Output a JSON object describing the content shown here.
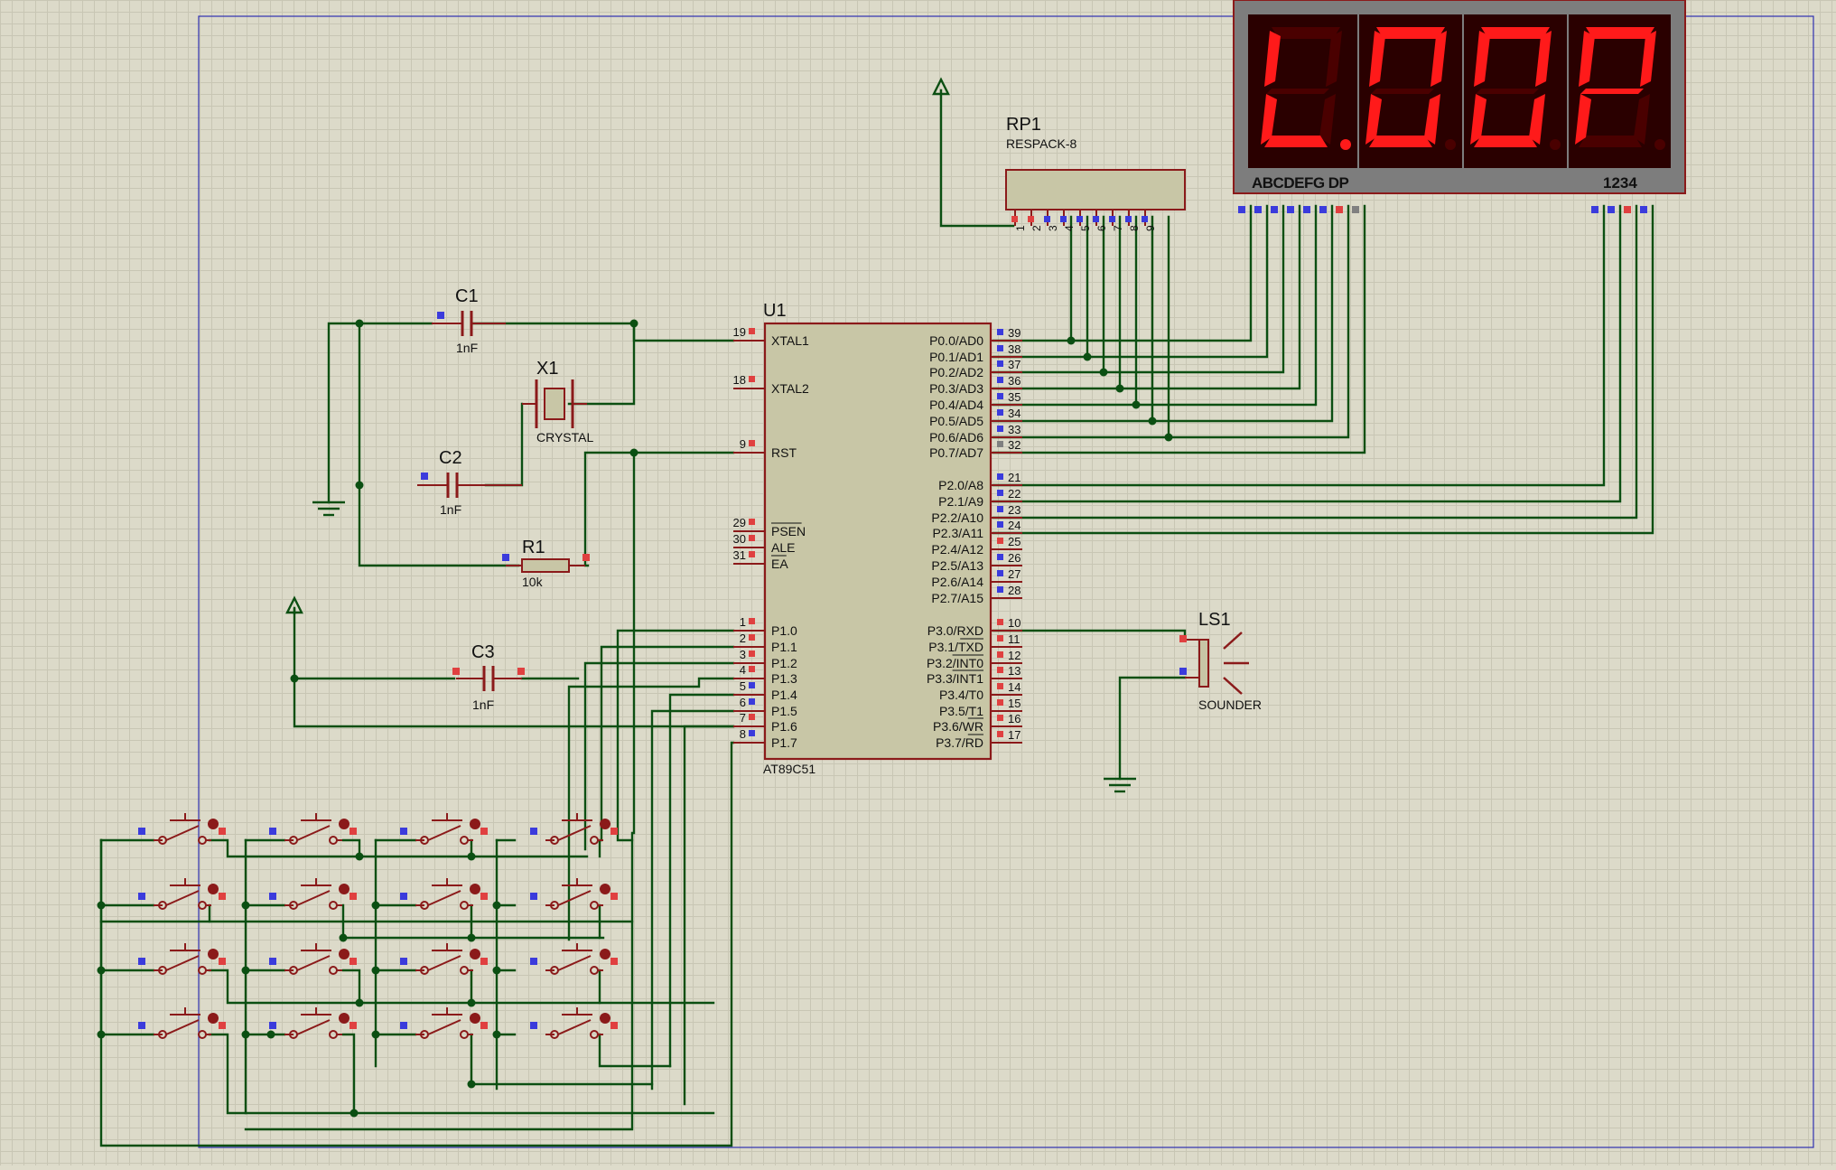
{
  "colors": {
    "wire": "#0b4f12",
    "body_outline": "#8b1a1a",
    "body_fill": "#c8c6a6",
    "pin_red": "#e04040",
    "pin_blue": "#3b3bdc",
    "segment_on": "#ff1a1a",
    "segment_off": "#4a0000",
    "display_bg": "#2a0000",
    "display_frame": "#7d7d7d",
    "sheet_border": "#3030b0",
    "junction": "#0b4f12"
  },
  "mcu": {
    "ref": "U1",
    "part": "AT89C51",
    "left_pins": [
      {
        "num": "19",
        "name": "XTAL1"
      },
      {
        "num": "18",
        "name": "XTAL2"
      },
      {
        "num": "9",
        "name": "RST"
      },
      {
        "num": "29",
        "name": "PSEN"
      },
      {
        "num": "30",
        "name": "ALE"
      },
      {
        "num": "31",
        "name": "EA"
      },
      {
        "num": "1",
        "name": "P1.0"
      },
      {
        "num": "2",
        "name": "P1.1"
      },
      {
        "num": "3",
        "name": "P1.2"
      },
      {
        "num": "4",
        "name": "P1.3"
      },
      {
        "num": "5",
        "name": "P1.4"
      },
      {
        "num": "6",
        "name": "P1.5"
      },
      {
        "num": "7",
        "name": "P1.6"
      },
      {
        "num": "8",
        "name": "P1.7"
      }
    ],
    "right_pins": [
      {
        "num": "39",
        "name": "P0.0/AD0"
      },
      {
        "num": "38",
        "name": "P0.1/AD1"
      },
      {
        "num": "37",
        "name": "P0.2/AD2"
      },
      {
        "num": "36",
        "name": "P0.3/AD3"
      },
      {
        "num": "35",
        "name": "P0.4/AD4"
      },
      {
        "num": "34",
        "name": "P0.5/AD5"
      },
      {
        "num": "33",
        "name": "P0.6/AD6"
      },
      {
        "num": "32",
        "name": "P0.7/AD7"
      },
      {
        "num": "21",
        "name": "P2.0/A8"
      },
      {
        "num": "22",
        "name": "P2.1/A9"
      },
      {
        "num": "23",
        "name": "P2.2/A10"
      },
      {
        "num": "24",
        "name": "P2.3/A11"
      },
      {
        "num": "25",
        "name": "P2.4/A12"
      },
      {
        "num": "26",
        "name": "P2.5/A13"
      },
      {
        "num": "27",
        "name": "P2.6/A14"
      },
      {
        "num": "28",
        "name": "P2.7/A15"
      },
      {
        "num": "10",
        "name": "P3.0/RXD"
      },
      {
        "num": "11",
        "name": "P3.1/TXD"
      },
      {
        "num": "12",
        "name": "P3.2/INT0"
      },
      {
        "num": "13",
        "name": "P3.3/INT1"
      },
      {
        "num": "14",
        "name": "P3.4/T0"
      },
      {
        "num": "15",
        "name": "P3.5/T1"
      },
      {
        "num": "16",
        "name": "P3.6/WR"
      },
      {
        "num": "17",
        "name": "P3.7/RD"
      }
    ]
  },
  "components": {
    "c1": {
      "ref": "C1",
      "value": "1nF"
    },
    "c2": {
      "ref": "C2",
      "value": "1nF"
    },
    "c3": {
      "ref": "C3",
      "value": "1nF"
    },
    "x1": {
      "ref": "X1",
      "value": "CRYSTAL"
    },
    "r1": {
      "ref": "R1",
      "value": "10k"
    },
    "rp1": {
      "ref": "RP1",
      "value": "RESPACK-8",
      "pins": [
        "1",
        "2",
        "3",
        "4",
        "5",
        "6",
        "7",
        "8",
        "9"
      ]
    },
    "ls1": {
      "ref": "LS1",
      "value": "SOUNDER"
    }
  },
  "display": {
    "segment_label": "ABCDEFG DP",
    "digit_label": "1234",
    "digits": [
      "L",
      "0",
      "0",
      "P"
    ]
  }
}
